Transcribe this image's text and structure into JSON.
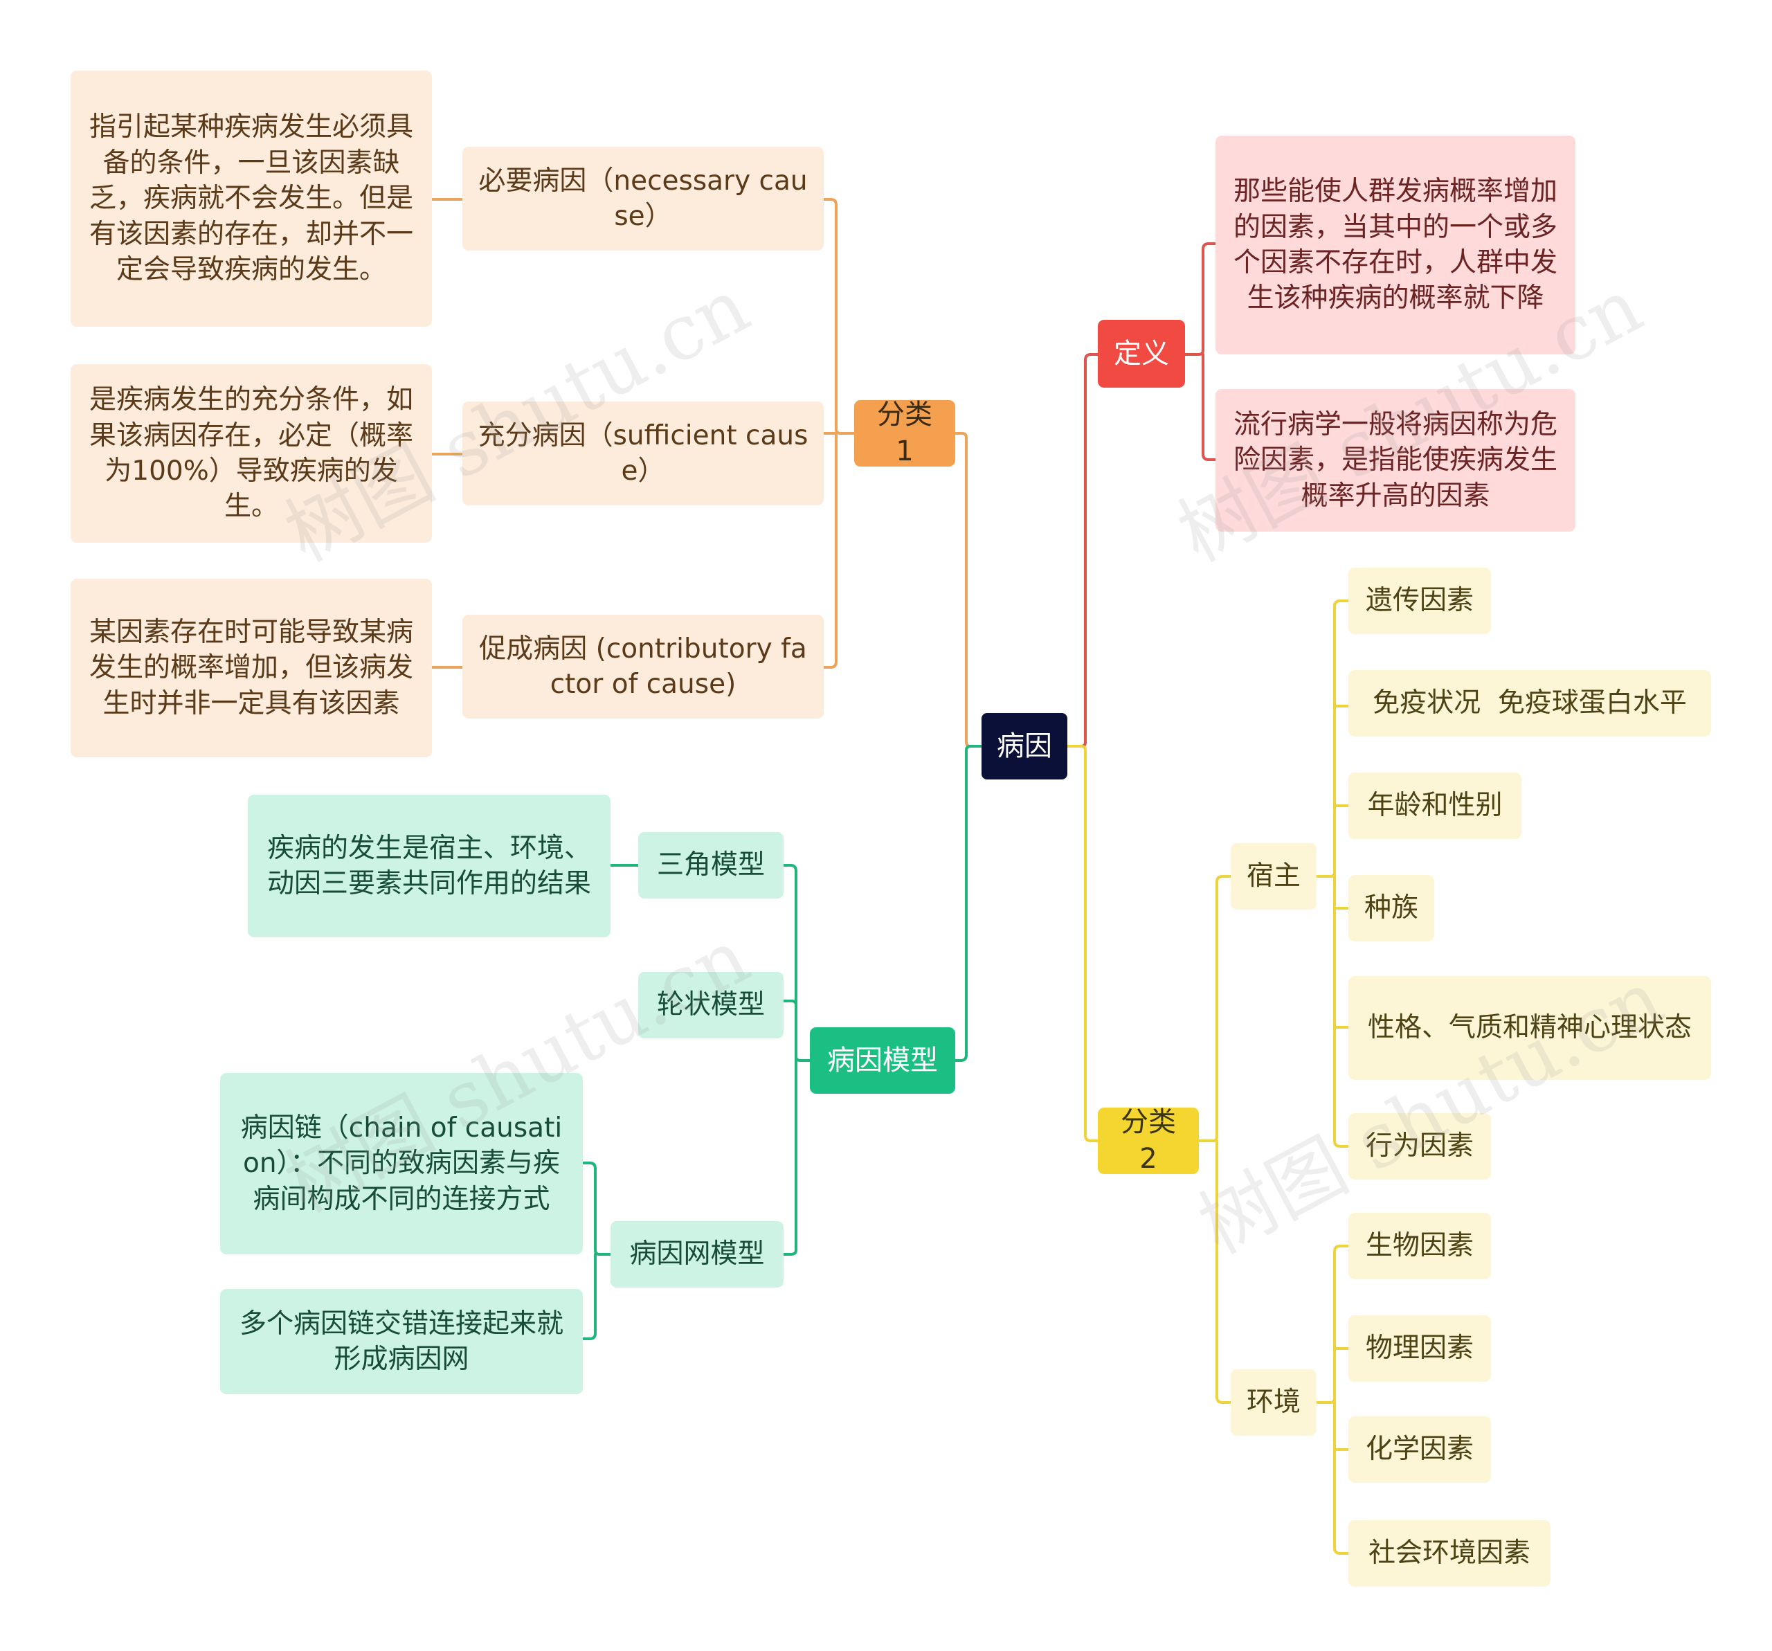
{
  "root": "病因",
  "definition": {
    "label": "定义",
    "items": [
      "那些能使人群发病概率增加的因素，当其中的一个或多个因素不存在时，人群中发生该种疾病的概率就下降",
      "流行病学一般将病因称为危险因素，是指能使疾病发生概率升高的因素"
    ]
  },
  "class1": {
    "label": "分类1",
    "items": [
      {
        "label": "必要病因（necessary cause）",
        "detail": "指引起某种疾病发生必须具备的条件，一旦该因素缺乏，疾病就不会发生。但是有该因素的存在，却并不一定会导致疾病的发生。"
      },
      {
        "label": "充分病因（sufficient cause）",
        "detail": "是疾病发生的充分条件，如果该病因存在，必定（概率为100%）导致疾病的发生。"
      },
      {
        "label": "促成病因 (contributory factor of cause)",
        "detail": "某因素存在时可能导致某病发生的概率增加，但该病发生时并非一定具有该因素"
      }
    ]
  },
  "model": {
    "label": "病因模型",
    "triangle": {
      "label": "三角模型",
      "detail": "疾病的发生是宿主、环境、动因三要素共同作用的结果"
    },
    "wheel": {
      "label": "轮状模型"
    },
    "web": {
      "label": "病因网模型",
      "details": [
        "病因链（chain of causation）：不同的致病因素与疾病间构成不同的连接方式",
        "多个病因链交错连接起来就形成病因网"
      ]
    }
  },
  "class2": {
    "label": "分类2",
    "host": {
      "label": "宿主",
      "items": [
        "遗传因素",
        "免疫状况  免疫球蛋白水平",
        "年龄和性别",
        "种族",
        "性格、气质和精神心理状态",
        "行为因素"
      ]
    },
    "env": {
      "label": "环境",
      "items": [
        "生物因素",
        "物理因素",
        "化学因素",
        "社会环境因素"
      ]
    }
  },
  "watermark": "树图 shutu.cn",
  "colors": {
    "red": "#e0544d",
    "orange": "#eaa45c",
    "yellow": "#efd33a",
    "green": "#1fb57d",
    "root": "#0a1037"
  }
}
